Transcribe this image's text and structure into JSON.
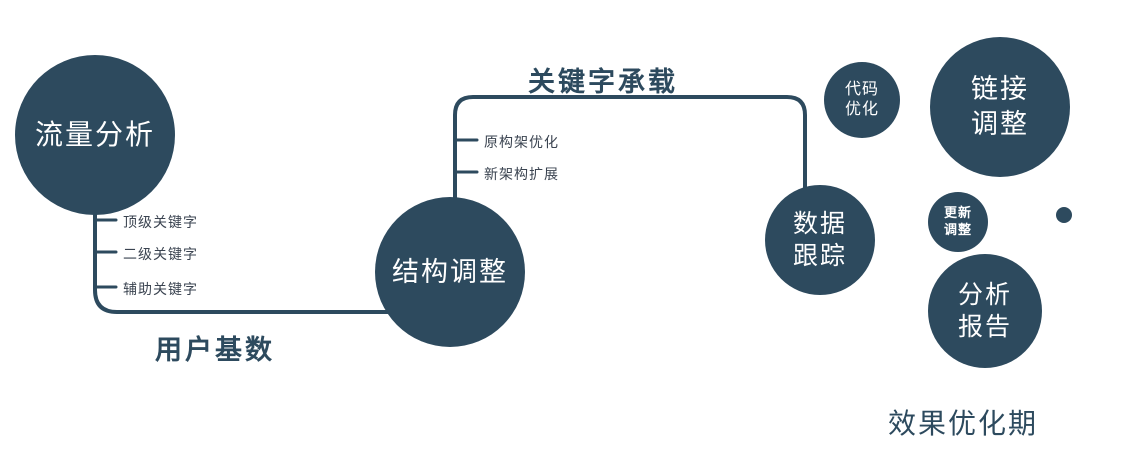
{
  "diagram": {
    "colors": {
      "accent": "#2d4a5e",
      "node_text": "#ffffff",
      "label_text": "#2d4a5e",
      "branch_text": "#3a4350"
    },
    "nodes": {
      "traffic_analysis": {
        "label": "流量分析"
      },
      "structure_adjust": {
        "label": "结构调整"
      },
      "data_tracking": {
        "line1": "数据",
        "line2": "跟踪"
      },
      "code_optimize": {
        "line1": "代码",
        "line2": "优化"
      },
      "link_adjust": {
        "line1": "链接",
        "line2": "调整"
      },
      "update_adjust": {
        "line1": "更新",
        "line2": "调整"
      },
      "analysis_report": {
        "line1": "分析",
        "line2": "报告"
      }
    },
    "edge_labels": {
      "user_base": "用户基数",
      "keyword_bearing": "关键字承载"
    },
    "branch_labels": {
      "traffic": [
        "顶级关键字",
        "二级关键字",
        "辅助关键字"
      ],
      "structure": [
        "原构架优化",
        "新架构扩展"
      ]
    },
    "footer_label": "效果优化期"
  }
}
